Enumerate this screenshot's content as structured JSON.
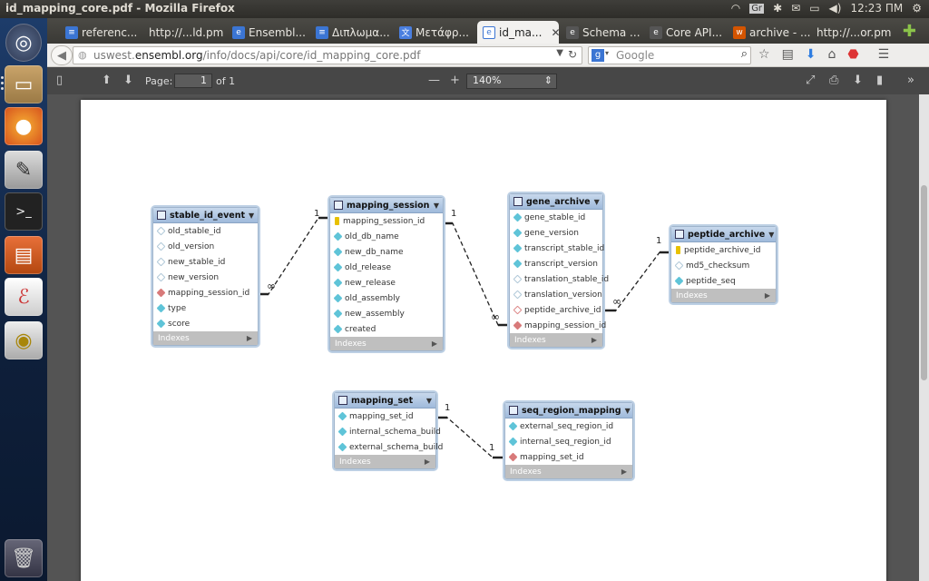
{
  "topbar": {
    "title": "id_mapping_core.pdf - Mozilla Firefox",
    "time": "12:23 ΠΜ",
    "lang": "Gr"
  },
  "tabs": [
    {
      "label": "referenc...",
      "icon": "doc-icon",
      "color": "#3b75d3",
      "active": false
    },
    {
      "label": "http://...ld.pm",
      "icon": "",
      "color": "",
      "active": false
    },
    {
      "label": "Ensembl...",
      "icon": "ensembl-icon",
      "color": "#3b75d3",
      "active": false
    },
    {
      "label": "Διπλωμα...",
      "icon": "doc-icon",
      "color": "#3b75d3",
      "active": false
    },
    {
      "label": "Μετάφρ...",
      "icon": "translate-icon",
      "color": "#4a7fe0",
      "active": false
    },
    {
      "label": "id_ma...",
      "icon": "ensembl-icon",
      "color": "#3b75d3",
      "active": true
    },
    {
      "label": "Schema ...",
      "icon": "ensembl-icon",
      "color": "#555",
      "active": false
    },
    {
      "label": "Core API...",
      "icon": "ensembl-icon",
      "color": "#555",
      "active": false
    },
    {
      "label": "archive - ...",
      "icon": "wiki-icon",
      "color": "#d35400",
      "active": false
    },
    {
      "label": "http://...or.pm",
      "icon": "",
      "color": "",
      "active": false
    }
  ],
  "nav": {
    "url_prefix": "uswest.",
    "url_host": "ensembl.org",
    "url_path": "/info/docs/api/core/id_mapping_core.pdf",
    "search_placeholder": "Google"
  },
  "pdf": {
    "page_label": "Page:",
    "page_value": "1",
    "page_total": "of 1",
    "zoom": "140%"
  },
  "entities": [
    {
      "id": "stable_id_event",
      "title": "stable_id_event",
      "footer": "Indexes",
      "rows": [
        {
          "name": "old_stable_id",
          "kind": "colw"
        },
        {
          "name": "old_version",
          "kind": "colw"
        },
        {
          "name": "new_stable_id",
          "kind": "colw"
        },
        {
          "name": "new_version",
          "kind": "colw"
        },
        {
          "name": "mapping_session_id",
          "kind": "fk"
        },
        {
          "name": "type",
          "kind": "col"
        },
        {
          "name": "score",
          "kind": "col"
        }
      ]
    },
    {
      "id": "mapping_session",
      "title": "mapping_session",
      "footer": "Indexes",
      "rows": [
        {
          "name": "mapping_session_id",
          "kind": "key"
        },
        {
          "name": "old_db_name",
          "kind": "col"
        },
        {
          "name": "new_db_name",
          "kind": "col"
        },
        {
          "name": "old_release",
          "kind": "col"
        },
        {
          "name": "new_release",
          "kind": "col"
        },
        {
          "name": "old_assembly",
          "kind": "col"
        },
        {
          "name": "new_assembly",
          "kind": "col"
        },
        {
          "name": "created",
          "kind": "col"
        }
      ]
    },
    {
      "id": "gene_archive",
      "title": "gene_archive",
      "footer": "Indexes",
      "rows": [
        {
          "name": "gene_stable_id",
          "kind": "col"
        },
        {
          "name": "gene_version",
          "kind": "col"
        },
        {
          "name": "transcript_stable_id",
          "kind": "col"
        },
        {
          "name": "transcript_version",
          "kind": "col"
        },
        {
          "name": "translation_stable_id",
          "kind": "colw"
        },
        {
          "name": "translation_version",
          "kind": "colw"
        },
        {
          "name": "peptide_archive_id",
          "kind": "fkw"
        },
        {
          "name": "mapping_session_id",
          "kind": "fk"
        }
      ]
    },
    {
      "id": "peptide_archive",
      "title": "peptide_archive",
      "footer": "Indexes",
      "rows": [
        {
          "name": "peptide_archive_id",
          "kind": "key"
        },
        {
          "name": "md5_checksum",
          "kind": "colw"
        },
        {
          "name": "peptide_seq",
          "kind": "col"
        }
      ]
    },
    {
      "id": "mapping_set",
      "title": "mapping_set",
      "footer": "Indexes",
      "rows": [
        {
          "name": "mapping_set_id",
          "kind": "col"
        },
        {
          "name": "internal_schema_build",
          "kind": "col"
        },
        {
          "name": "external_schema_build",
          "kind": "col"
        }
      ]
    },
    {
      "id": "seq_region_mapping",
      "title": "seq_region_mapping",
      "footer": "Indexes",
      "rows": [
        {
          "name": "external_seq_region_id",
          "kind": "col"
        },
        {
          "name": "internal_seq_region_id",
          "kind": "col"
        },
        {
          "name": "mapping_set_id",
          "kind": "fk"
        }
      ]
    }
  ],
  "relations": [
    {
      "from": "mapping_session",
      "to": "stable_id_event",
      "from_card": "1",
      "to_card": "∞"
    },
    {
      "from": "mapping_session",
      "to": "gene_archive",
      "from_card": "1",
      "to_card": "∞"
    },
    {
      "from": "peptide_archive",
      "to": "gene_archive",
      "from_card": "1",
      "to_card": "∞"
    },
    {
      "from": "mapping_set",
      "to": "seq_region_mapping",
      "from_card": "1",
      "to_card": "1"
    }
  ]
}
